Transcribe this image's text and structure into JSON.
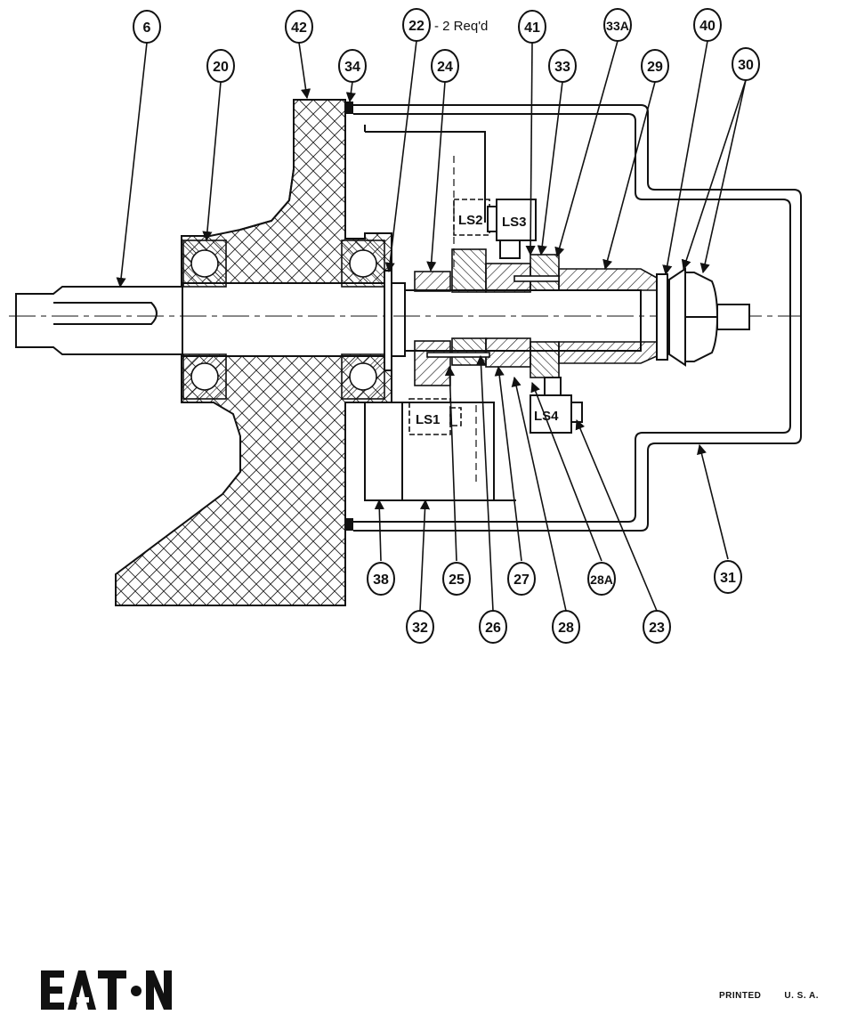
{
  "callouts": [
    {
      "id": "c6",
      "label": "6"
    },
    {
      "id": "c42",
      "label": "42"
    },
    {
      "id": "c22",
      "label": "22"
    },
    {
      "id": "c41",
      "label": "41"
    },
    {
      "id": "c33A",
      "label": "33A"
    },
    {
      "id": "c40",
      "label": "40"
    },
    {
      "id": "c20",
      "label": "20"
    },
    {
      "id": "c34",
      "label": "34"
    },
    {
      "id": "c24",
      "label": "24"
    },
    {
      "id": "c33",
      "label": "33"
    },
    {
      "id": "c29",
      "label": "29"
    },
    {
      "id": "c30",
      "label": "30"
    },
    {
      "id": "c38",
      "label": "38"
    },
    {
      "id": "c25",
      "label": "25"
    },
    {
      "id": "c27",
      "label": "27"
    },
    {
      "id": "c28A",
      "label": "28A"
    },
    {
      "id": "c31",
      "label": "31"
    },
    {
      "id": "c32",
      "label": "32"
    },
    {
      "id": "c26",
      "label": "26"
    },
    {
      "id": "c28",
      "label": "28"
    },
    {
      "id": "c23",
      "label": "23"
    }
  ],
  "note_22": "- 2 Req'd",
  "switches": {
    "ls1": "LS1",
    "ls2": "LS2",
    "ls3": "LS3",
    "ls4": "LS4"
  },
  "logo_text": "EATON",
  "footer": {
    "printed": "PRINTED",
    "country": "U. S. A."
  }
}
